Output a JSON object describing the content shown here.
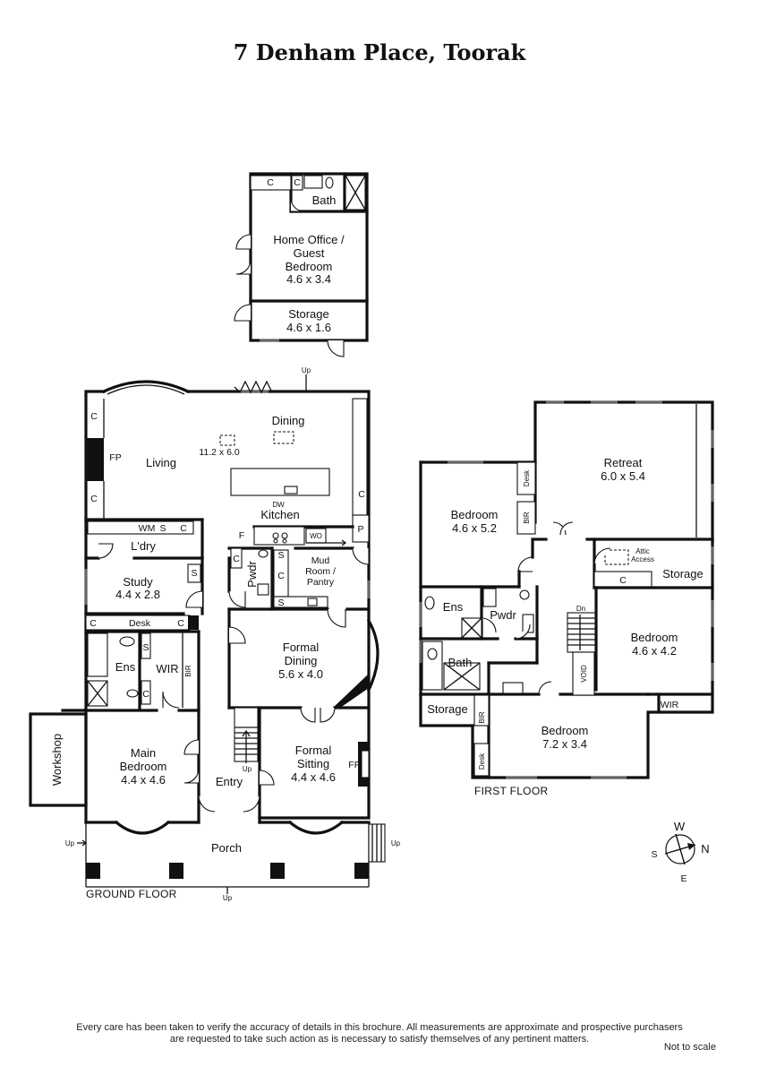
{
  "title": "7 Denham Place, Toorak",
  "outbuilding": {
    "closet_a": "C",
    "closet_b": "C",
    "bath": "Bath",
    "office_line1": "Home Office /",
    "office_line2": "Guest",
    "office_line3": "Bedroom",
    "office_dim": "4.6 x 3.4",
    "storage": "Storage",
    "storage_dim": "4.6 x 1.6"
  },
  "ground": {
    "up_top": "Up",
    "dining": "Dining",
    "living": "Living",
    "living_dim": "11.2 x 6.0",
    "fp_living": "FP",
    "c_living_1": "C",
    "c_living_2": "C",
    "c_kitchen": "C",
    "p": "P",
    "dw": "DW",
    "kitchen": "Kitchen",
    "wo": "WO",
    "f": "F",
    "wm": "WM",
    "s_laundry": "S",
    "c_laundry": "C",
    "laundry": "L'dry",
    "study": "Study",
    "study_dim": "4.4 x 2.8",
    "s_study": "S",
    "c_pwdr": "C",
    "s_pwdr": "S",
    "pwdr": "Pwdr",
    "c_pantry": "C",
    "mud_line1": "Mud",
    "mud_line2": "Room /",
    "mud_line3": "Pantry",
    "s_pantry": "S",
    "c_desk_left": "C",
    "desk": "Desk",
    "c_desk_right": "C",
    "ens": "Ens",
    "s_ens": "S",
    "wir": "WIR",
    "bir": "BIR",
    "c_ens": "C",
    "formal_dining": "Formal",
    "formal_dining_2": "Dining",
    "formal_dining_dim": "5.6 x 4.0",
    "workshop": "Workshop",
    "main_bed_1": "Main",
    "main_bed_2": "Bedroom",
    "main_bed_dim": "4.4 x 4.6",
    "entry": "Entry",
    "up_stairs": "Up",
    "formal_sitting_1": "Formal",
    "formal_sitting_2": "Sitting",
    "formal_sitting_dim": "4.4 x 4.6",
    "fp_sitting": "FP",
    "porch": "Porch",
    "up_left": "Up",
    "up_right": "Up",
    "up_bottom": "Up",
    "floor_label": "GROUND FLOOR"
  },
  "first": {
    "retreat": "Retreat",
    "retreat_dim": "6.0 x 5.4",
    "desk_top": "Desk",
    "bedroom_a": "Bedroom",
    "bedroom_a_dim": "4.6 x 5.2",
    "bir_top": "BIR",
    "attic_1": "Attic",
    "attic_2": "Access",
    "storage_right": "Storage",
    "c_storage": "C",
    "ens": "Ens",
    "pwdr": "Pwdr",
    "dn": "Dn",
    "bedroom_b": "Bedroom",
    "bedroom_b_dim": "4.6 x 4.2",
    "void": "VOID",
    "bath": "Bath",
    "storage_left": "Storage",
    "bir_bottom": "BIR",
    "desk_bottom": "Desk",
    "bedroom_c": "Bedroom",
    "bedroom_c_dim": "7.2 x 3.4",
    "wir": "WIR",
    "floor_label": "FIRST FLOOR"
  },
  "compass": {
    "w": "W",
    "n": "N",
    "s": "S",
    "e": "E"
  },
  "disclaimer_line1": "Every care has been taken to verify the accuracy of details in this brochure.  All measurements are approximate and prospective purchasers",
  "disclaimer_line2": "are requested to take such action as is necessary to satisfy themselves of any pertinent matters.",
  "not_to_scale": "Not to scale"
}
